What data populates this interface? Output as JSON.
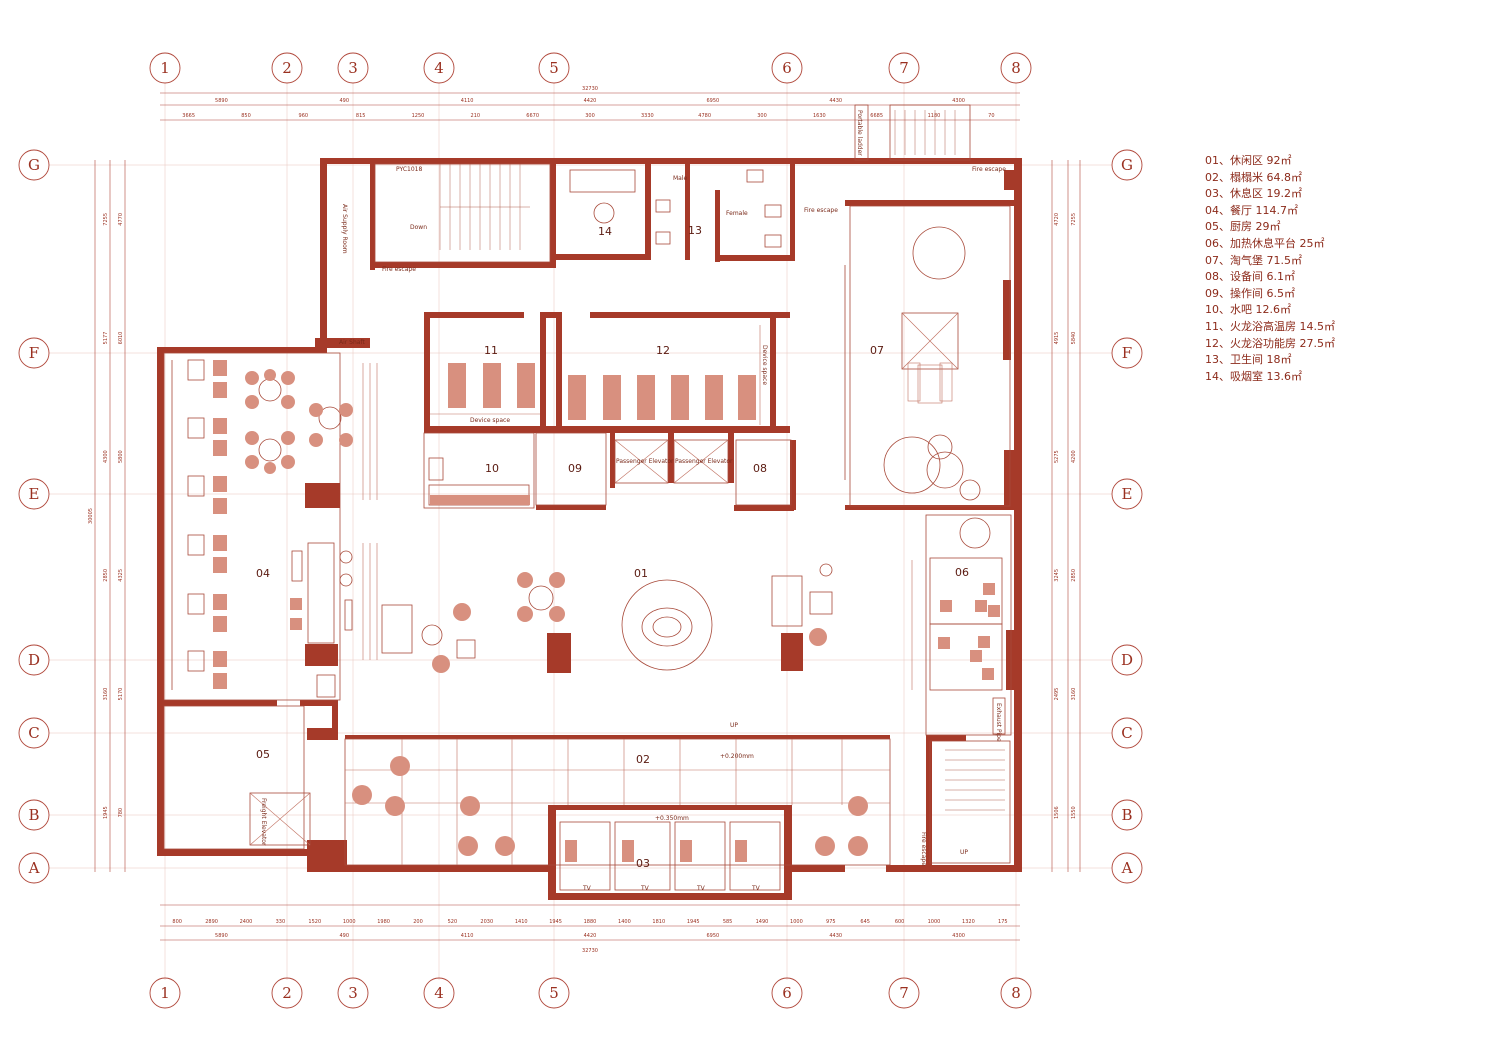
{
  "axes": {
    "columns": [
      "1",
      "2",
      "3",
      "4",
      "5",
      "6",
      "7",
      "8"
    ],
    "rows": [
      "G",
      "F",
      "E",
      "D",
      "C",
      "B",
      "A"
    ]
  },
  "dimensions": {
    "top_overall": "32730",
    "top_row1": [
      "5890",
      "490",
      "4110",
      "4420",
      "6950",
      "4430",
      "4300"
    ],
    "top_row2": [
      "3665",
      "850",
      "960",
      "815",
      "1250",
      "210",
      "6670",
      "300",
      "3330",
      "4780",
      "300",
      "1630",
      "6685",
      "1180",
      "70"
    ],
    "bottom_overall": "32730",
    "bottom_row1": [
      "5890",
      "490",
      "4110",
      "4420",
      "6950",
      "4430",
      "4300"
    ],
    "bottom_row2": [
      "800",
      "2890",
      "2400",
      "330",
      "1520",
      "1000",
      "1980",
      "200",
      "520",
      "2030",
      "1410",
      "1945",
      "1880",
      "1400",
      "1810",
      "1945",
      "585",
      "1490",
      "1000",
      "975",
      "645",
      "600",
      "1000",
      "1320",
      "175"
    ],
    "left_overall": "30005",
    "left_row1": [
      "7255",
      "5177",
      "4300",
      "2850",
      "3160",
      "1945"
    ],
    "left_row2": [
      "4770",
      "6010",
      "5800",
      "4325",
      "5170",
      "780"
    ],
    "right_row1": [
      "4720",
      "4915",
      "5275",
      "3245",
      "2495",
      "1506"
    ],
    "right_row2": [
      "7255",
      "5840",
      "4200",
      "2850",
      "3160",
      "1550"
    ]
  },
  "rooms": {
    "r01": "01",
    "r02": "02",
    "r03": "03",
    "r04": "04",
    "r05": "05",
    "r06": "06",
    "r07": "07",
    "r08": "08",
    "r09": "09",
    "r10": "10",
    "r11": "11",
    "r12": "12",
    "r13": "13",
    "r14": "14"
  },
  "labels": {
    "pyc": "PYC1018",
    "down": "Down",
    "air_supply": "Air Supply Room",
    "fire_escape_1": "Fire escape",
    "fire_escape_2": "Fire escape",
    "fire_escape_3": "Fire escape",
    "fire_escape_4": "Fire escape",
    "air_shaft": "Air Shaft",
    "male": "Male",
    "female": "Female",
    "portable_ladder": "Portable ladder",
    "device_space_1": "Device space",
    "device_space_2": "Device space",
    "passenger_elevator_1": "Passenger Elevator",
    "passenger_elevator_2": "Passenger Elevator",
    "freight_elevator": "Freight Elevator",
    "exhaust_pipe": "Exhaust Pipe",
    "up_1": "UP",
    "level_1": "+0.200mm",
    "level_2": "+0.350mm",
    "up_2": "UP",
    "tv": "TV"
  },
  "legend": [
    "01、休闲区 92㎡",
    "02、榻榻米 64.8㎡",
    "03、休息区 19.2㎡",
    "04、餐厅 114.7㎡",
    "05、厨房 29㎡",
    "06、加热休息平台 25㎡",
    "07、淘气堡 71.5㎡",
    "08、设备间 6.1㎡",
    "09、操作间 6.5㎡",
    "10、水吧 12.6㎡",
    "11、火龙浴高温房 14.5㎡",
    "12、火龙浴功能房 27.5㎡",
    "13、卫生间 18㎡",
    "14、吸烟室 13.6㎡"
  ],
  "colors": {
    "wall": "#a63a29",
    "line": "#a84a3a",
    "furniture": "#d8907f",
    "text": "#8c2a1a"
  }
}
